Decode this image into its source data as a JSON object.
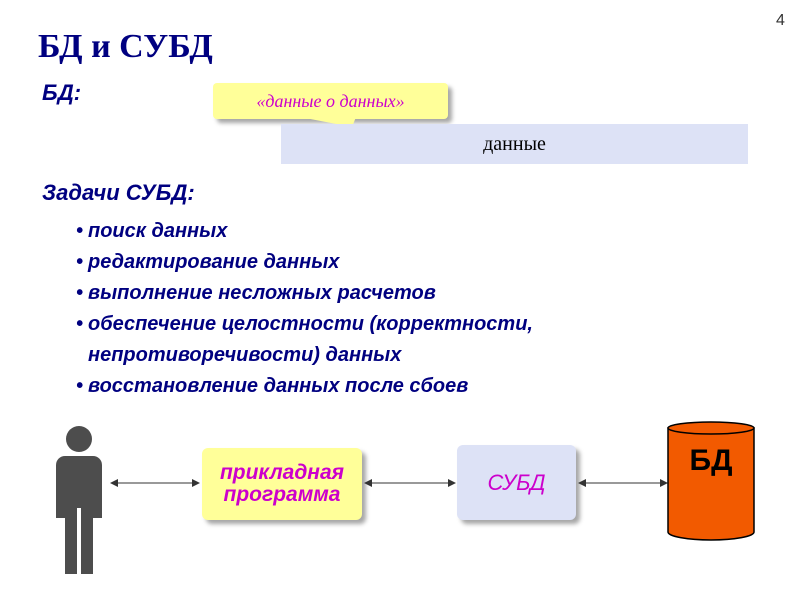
{
  "page_number": "4",
  "title": "БД и СУБД",
  "db_label": "БД:",
  "callout": "«данные о данных»",
  "data_box": "данные",
  "tasks": {
    "title": "Задачи СУБД:",
    "items": [
      "поиск данных",
      "редактирование данных",
      "выполнение несложных расчетов",
      "обеспечение целостности (корректности, непротиворечивости) данных",
      "восстановление данных после сбоев"
    ]
  },
  "diagram": {
    "person_icon": "person-icon",
    "app_label": "прикладная программа",
    "dbms_label": "СУБД",
    "db_label": "БД",
    "colors": {
      "navy": "#000080",
      "magenta": "#cc00cc",
      "callout_yellow": "#ffff99",
      "light_blue": "#dde2f6",
      "db_orange": "#f25a00",
      "person_gray": "#4d4d4d"
    }
  }
}
